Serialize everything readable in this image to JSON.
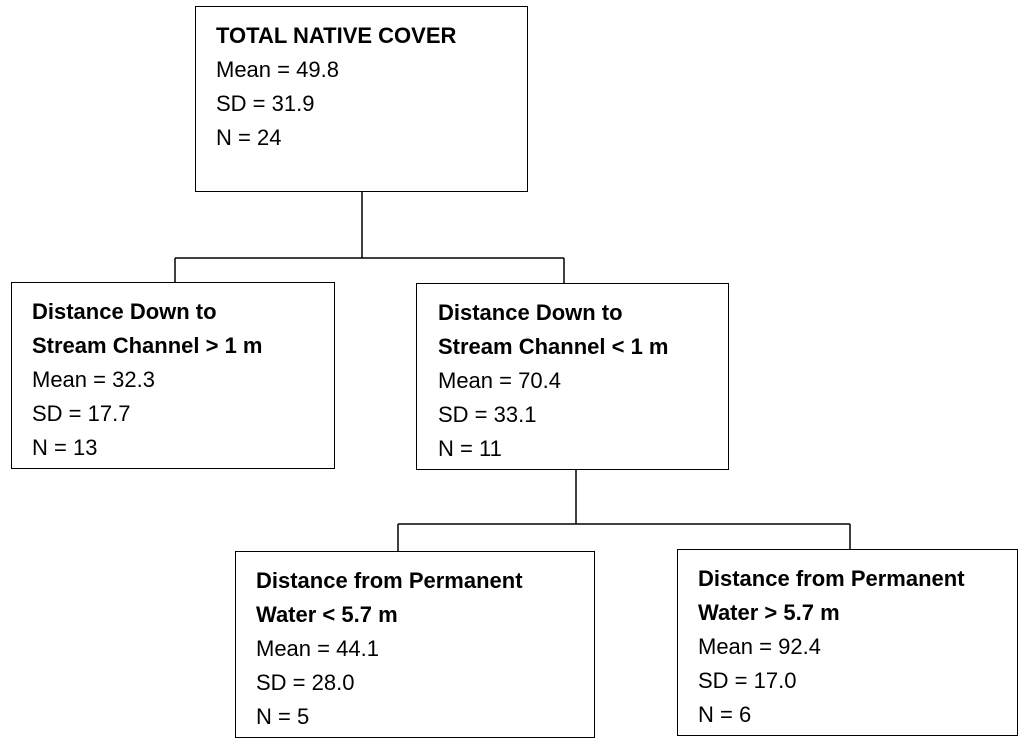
{
  "nodes": {
    "root": {
      "title_lines": [
        "TOTAL NATIVE COVER"
      ],
      "mean": "Mean = 49.8",
      "sd": "SD = 31.9",
      "n": "N = 24"
    },
    "left": {
      "title_lines": [
        "Distance Down to",
        "Stream Channel > 1 m"
      ],
      "mean": "Mean = 32.3",
      "sd": "SD = 17.7",
      "n": "N = 13"
    },
    "mid": {
      "title_lines": [
        "Distance Down to",
        "Stream Channel < 1 m"
      ],
      "mean": "Mean = 70.4",
      "sd": "SD = 33.1",
      "n": "N = 11"
    },
    "bottom_left": {
      "title_lines": [
        "Distance from Permanent",
        "Water < 5.7 m"
      ],
      "mean": "Mean = 44.1",
      "sd": "SD = 28.0",
      "n": "N = 5"
    },
    "bottom_right": {
      "title_lines": [
        "Distance from Permanent",
        "Water > 5.7 m"
      ],
      "mean": "Mean = 92.4",
      "sd": "SD = 17.0",
      "n": "N = 6"
    }
  },
  "colors": {
    "line": "#000000",
    "box_border": "#000000",
    "background": "#ffffff"
  }
}
